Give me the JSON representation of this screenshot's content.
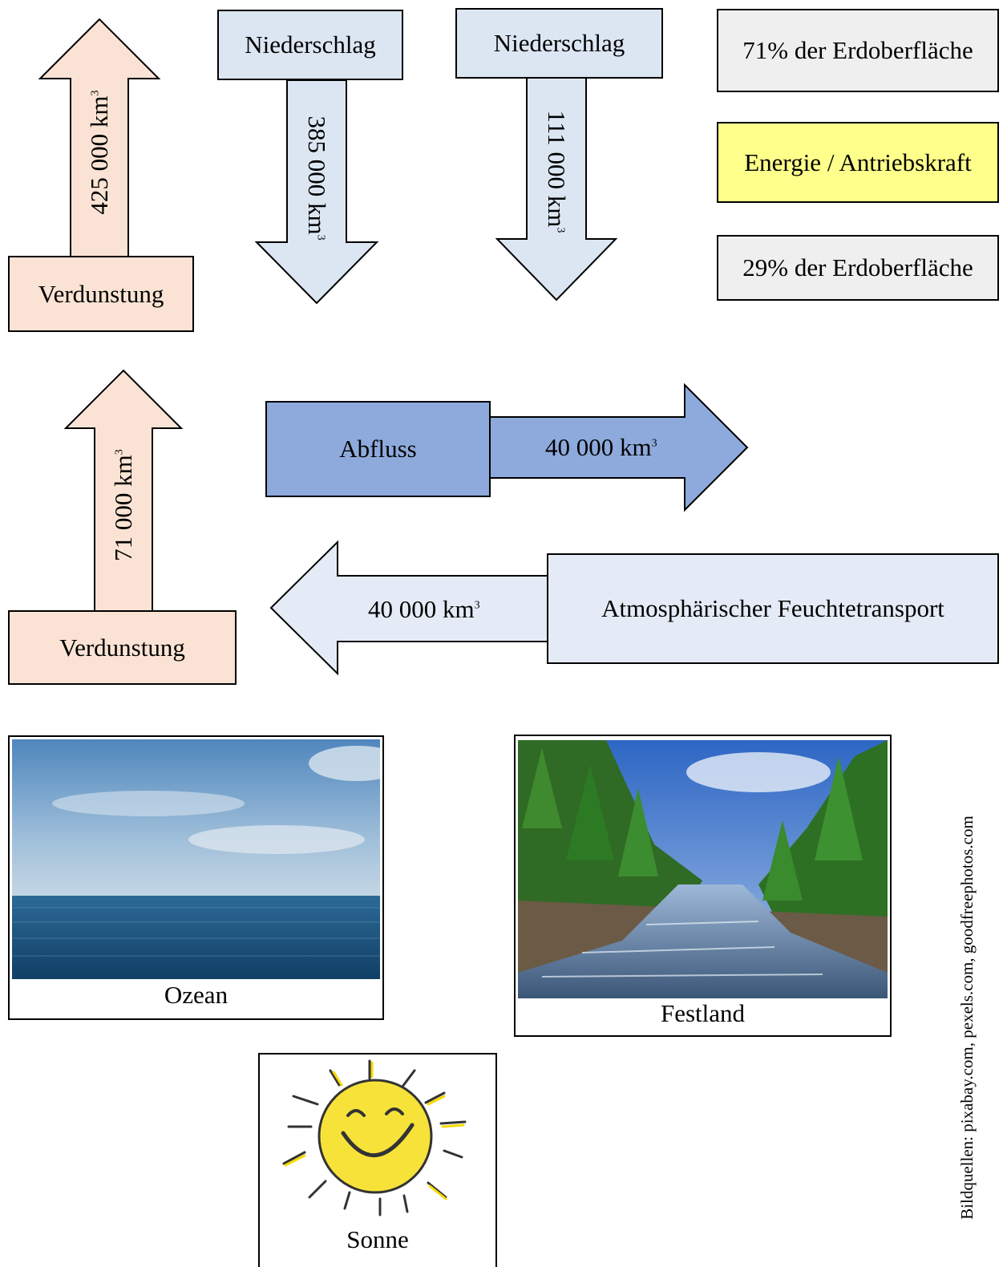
{
  "evap_ocean": {
    "label": "Verdunstung",
    "amount": "425 000 km",
    "unit_exp": "3"
  },
  "precip_ocean": {
    "label": "Niederschlag",
    "amount": "385 000 km",
    "unit_exp": "3"
  },
  "precip_land": {
    "label": "Niederschlag",
    "amount": "111 000 km",
    "unit_exp": "3"
  },
  "evap_land": {
    "label": "Verdunstung",
    "amount": "71 000 km",
    "unit_exp": "3"
  },
  "runoff": {
    "label": "Abfluss",
    "amount": "40 000 km",
    "unit_exp": "3"
  },
  "moisture_transport": {
    "label": "Atmosphärischer Feuchtetransport",
    "amount": "40 000 km",
    "unit_exp": "3"
  },
  "info_boxes": {
    "ocean_share": "71% der Erdoberfläche",
    "energy": "Energie / Antriebskraft",
    "land_share": "29% der Erdoberfläche"
  },
  "images": {
    "ocean": "Ozean",
    "land": "Festland",
    "sun": "Sonne"
  },
  "credit": "Bildquellen: pixabay.com, pexels.com, goodfreephotos.com",
  "colors": {
    "evaporation": "#fae3d4",
    "precipitation": "#dce6f3",
    "runoff": "#8eaadc",
    "transport": "#e4ebf6",
    "grey_box": "#efefef",
    "yellow_box": "#ffff8c"
  }
}
